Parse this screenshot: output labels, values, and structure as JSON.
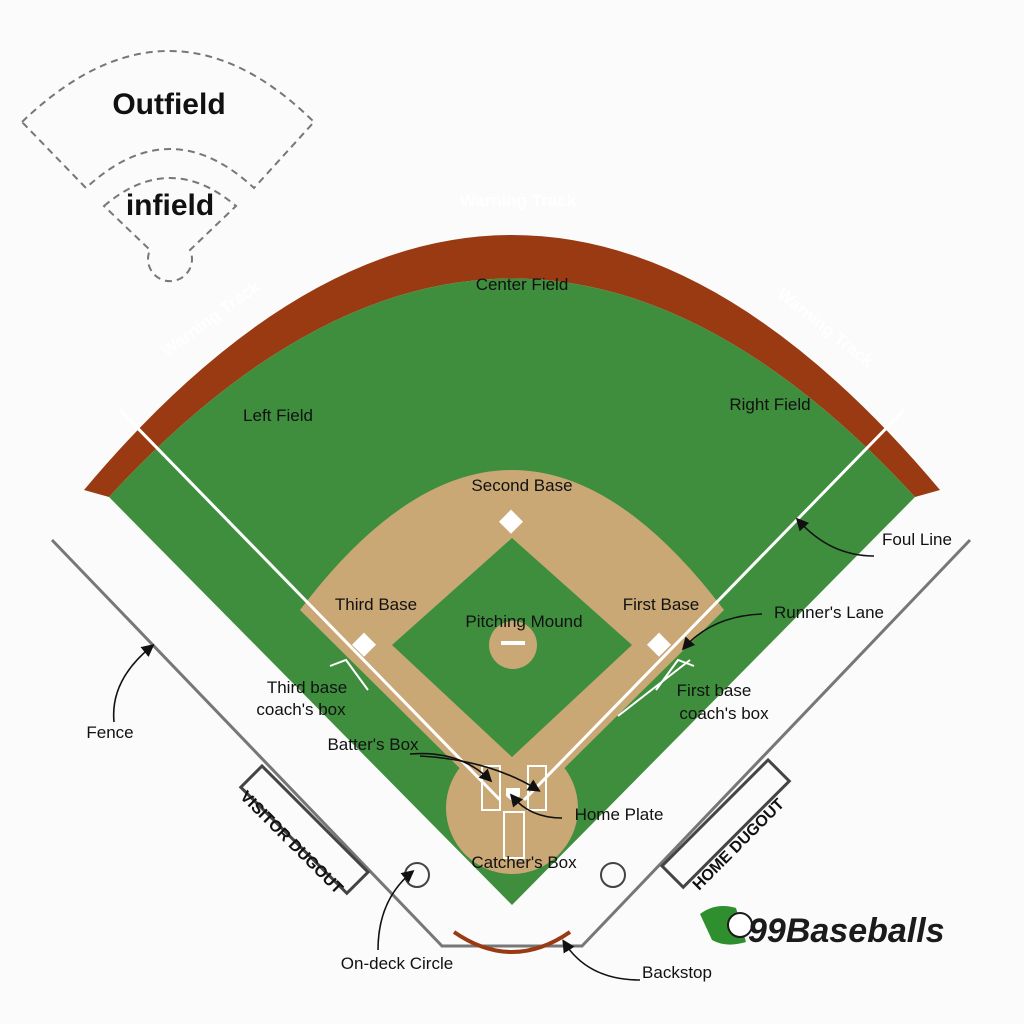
{
  "legend": {
    "outfield_label": "Outfield",
    "infield_label": "infield"
  },
  "field": {
    "warning_track_top": "Warning Track",
    "warning_track_left": "Warning Track",
    "warning_track_right": "Warning Track",
    "center_field": "Center Field",
    "left_field": "Left Field",
    "right_field": "Right Field",
    "second_base": "Second Base",
    "third_base": "Third Base",
    "first_base": "First Base",
    "pitching_mound": "Pitching Mound",
    "foul_line": "Foul Line",
    "runners_lane": "Runner's Lane",
    "third_coach_line1": "Third base",
    "third_coach_line2": "coach's box",
    "first_coach_line1": "First base",
    "first_coach_line2": "coach's box",
    "fence": "Fence",
    "batters_box": "Batter's Box",
    "home_plate": "Home Plate",
    "catchers_box": "Catcher's Box",
    "visitor_dugout": "VISITOR DUGOUT",
    "home_dugout": "HOME DUGOUT",
    "on_deck_circle": "On-deck Circle",
    "backstop": "Backstop"
  },
  "brand": {
    "name": "99Baseballs"
  },
  "colors": {
    "grass": "#3e8e3e",
    "dirt": "#c9a876",
    "warning_track": "#9a3a12",
    "line": "#ffffff",
    "fence": "#777777"
  }
}
